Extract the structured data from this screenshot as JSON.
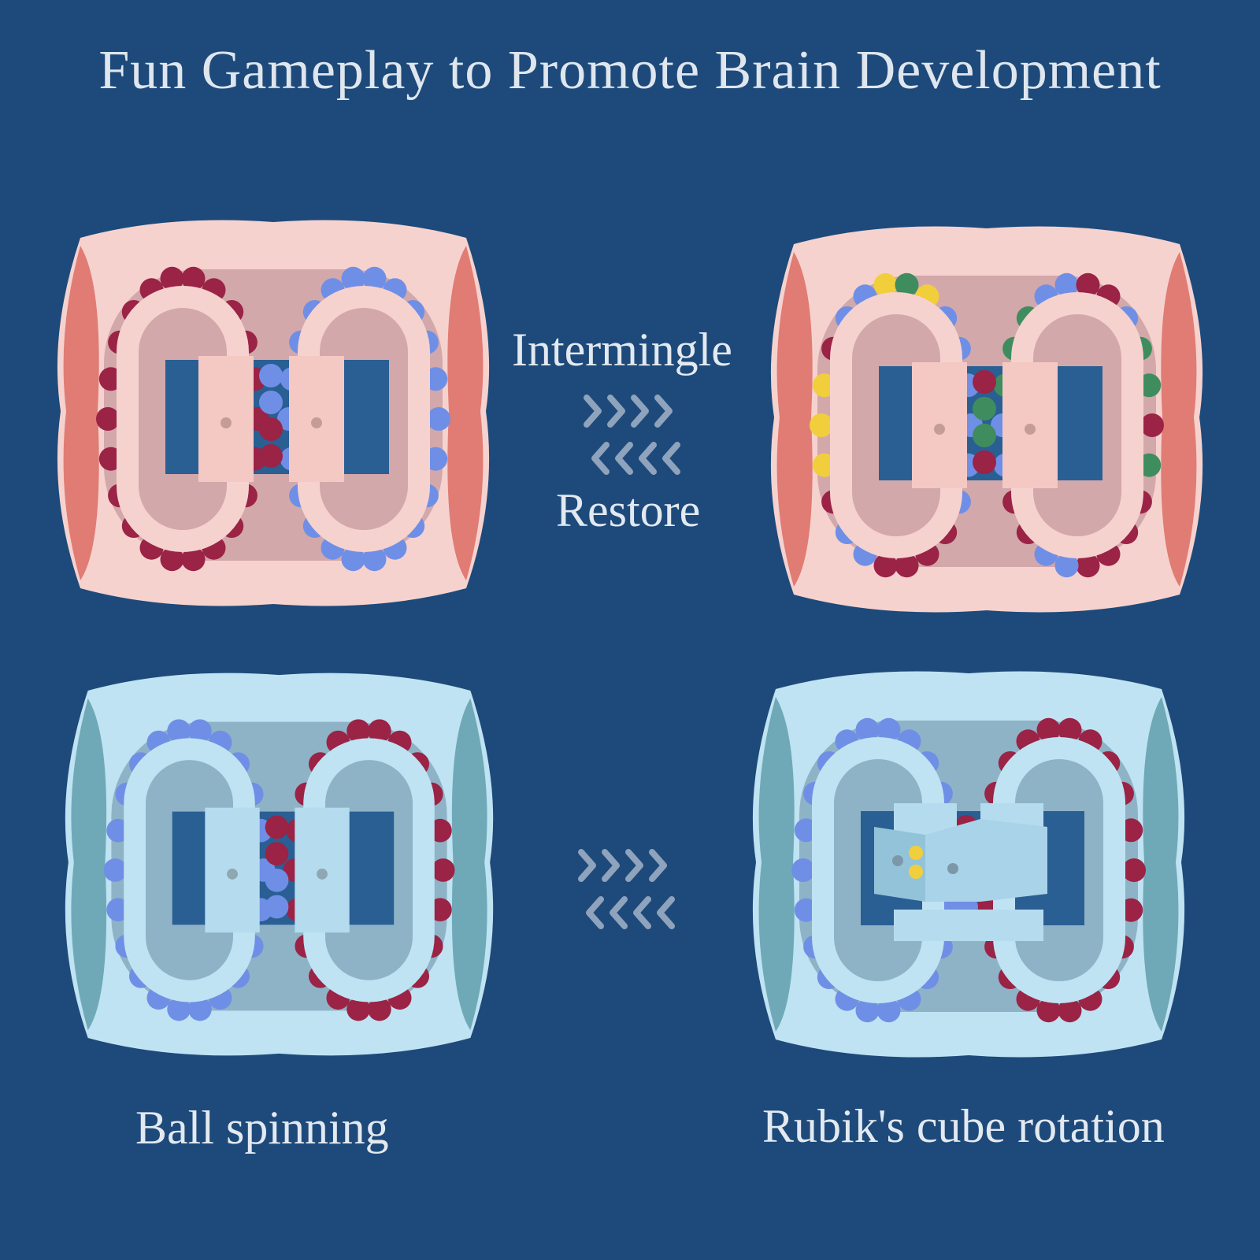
{
  "title": "Fun Gameplay to Promote Brain Development",
  "labels": {
    "intermingle": "Intermingle",
    "restore": "Restore",
    "ball_spinning": "Ball spinning",
    "rubiks_rotation": "Rubik's cube rotation"
  },
  "colors": {
    "background": "#1d4a7a",
    "pink_body": "#f6d2cf",
    "pink_side": "#e07c74",
    "blue_body": "#bfe3f2",
    "blue_side": "#6fa9b8",
    "ball_red": "#9a2346",
    "ball_blue": "#6f8fe6",
    "ball_yellow": "#f1cf3c",
    "ball_green": "#3f8d5e",
    "arrow": "#8fa3bd"
  },
  "icons": [
    "chevron-right-icon",
    "chevron-left-icon"
  ]
}
